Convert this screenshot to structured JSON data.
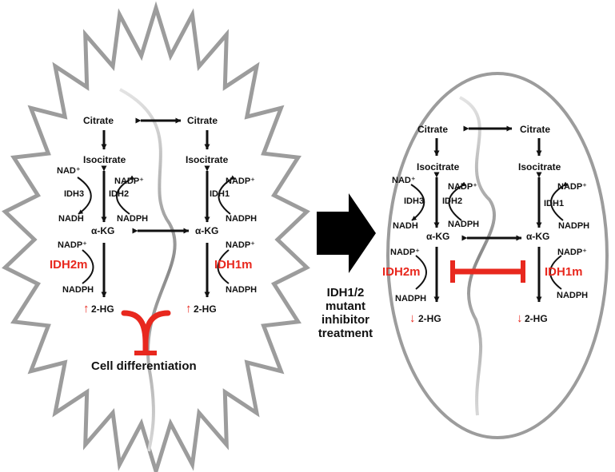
{
  "colors": {
    "outline": "#9c9c9c",
    "arrow": "#111111",
    "mutant_red": "#e8281e",
    "membrane_light": "#d6d6d6",
    "membrane_dark": "#707070"
  },
  "left_cell": {
    "mito": {
      "citrate": "Citrate",
      "isocitrate": "Isocitrate",
      "nad_plus": "NAD⁺",
      "nadp_plus_1": "NADP⁺",
      "enzyme_a": "IDH3",
      "enzyme_b": "IDH2",
      "nadh": "NADH",
      "nadph_1": "NADPH",
      "akg": "α-KG",
      "nadp_plus_2": "NADP⁺",
      "mutant": "IDH2m",
      "nadph_2": "NADPH",
      "twohg": "2-HG"
    },
    "cyto": {
      "citrate": "Citrate",
      "isocitrate": "Isocitrate",
      "nadp_plus_1": "NADP⁺",
      "enzyme": "IDH1",
      "nadph_1": "NADPH",
      "akg": "α-KG",
      "nadp_plus_2": "NADP⁺",
      "mutant": "IDH1m",
      "nadph_2": "NADPH",
      "twohg": "2-HG"
    },
    "outcome": "Cell differentiation"
  },
  "treatment": {
    "line1": "IDH1/2",
    "line2": "mutant",
    "line3": "inhibitor",
    "line4": "treatment"
  },
  "right_cell": {
    "mito": {
      "citrate": "Citrate",
      "isocitrate": "Isocitrate",
      "nad_plus": "NAD⁺",
      "nadp_plus_1": "NADP⁺",
      "enzyme_a": "IDH3",
      "enzyme_b": "IDH2",
      "nadh": "NADH",
      "nadph_1": "NADPH",
      "akg": "α-KG",
      "nadp_plus_2": "NADP⁺",
      "mutant": "IDH2m",
      "nadph_2": "NADPH",
      "twohg": "2-HG"
    },
    "cyto": {
      "citrate": "Citrate",
      "isocitrate": "Isocitrate",
      "nadp_plus_1": "NADP⁺",
      "enzyme": "IDH1",
      "nadph_1": "NADPH",
      "akg": "α-KG",
      "nadp_plus_2": "NADP⁺",
      "mutant": "IDH1m",
      "nadph_2": "NADPH",
      "twohg": "2-HG"
    }
  }
}
